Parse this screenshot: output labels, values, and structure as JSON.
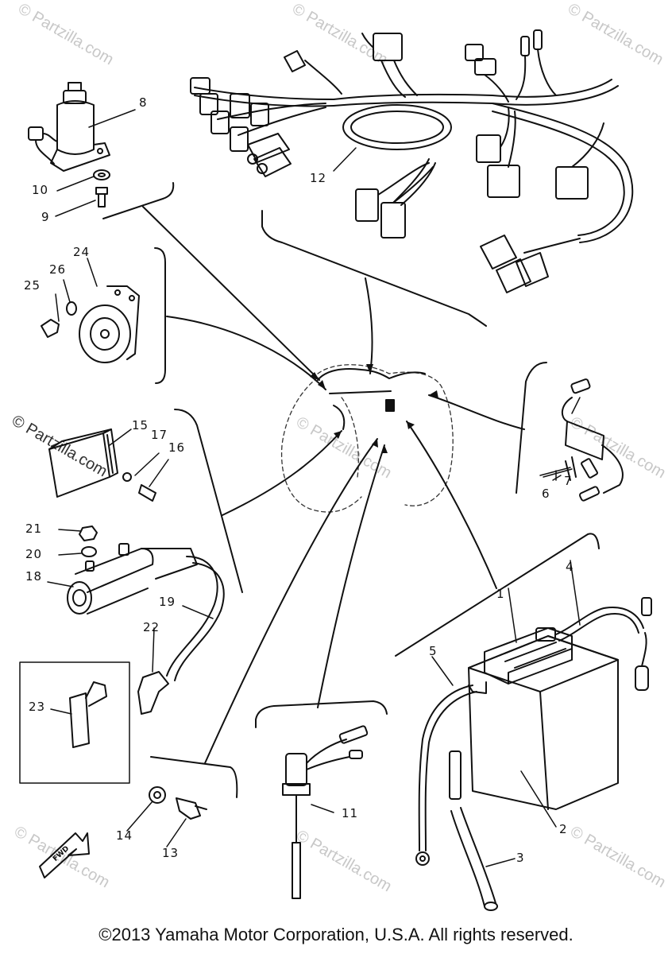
{
  "callouts": [
    {
      "id": "c1",
      "text": "1"
    },
    {
      "id": "c2",
      "text": "2"
    },
    {
      "id": "c3",
      "text": "3"
    },
    {
      "id": "c4",
      "text": "4"
    },
    {
      "id": "c5",
      "text": "5"
    },
    {
      "id": "c6",
      "text": "6"
    },
    {
      "id": "c7",
      "text": "7"
    },
    {
      "id": "c8",
      "text": "8"
    },
    {
      "id": "c9",
      "text": "9"
    },
    {
      "id": "c10",
      "text": "10"
    },
    {
      "id": "c11",
      "text": "11"
    },
    {
      "id": "c12",
      "text": "12"
    },
    {
      "id": "c13",
      "text": "13"
    },
    {
      "id": "c14",
      "text": "14"
    },
    {
      "id": "c15",
      "text": "15"
    },
    {
      "id": "c16",
      "text": "16"
    },
    {
      "id": "c17",
      "text": "17"
    },
    {
      "id": "c18",
      "text": "18"
    },
    {
      "id": "c19",
      "text": "19"
    },
    {
      "id": "c20",
      "text": "20"
    },
    {
      "id": "c21",
      "text": "21"
    },
    {
      "id": "c22",
      "text": "22"
    },
    {
      "id": "c23",
      "text": "23"
    },
    {
      "id": "c24",
      "text": "24"
    },
    {
      "id": "c25",
      "text": "25"
    },
    {
      "id": "c26",
      "text": "26"
    }
  ],
  "fwd_label": "FWD",
  "watermark": "© Partzilla.com",
  "copyright": "©2013 Yamaha Motor Corporation, U.S.A. All rights reserved."
}
